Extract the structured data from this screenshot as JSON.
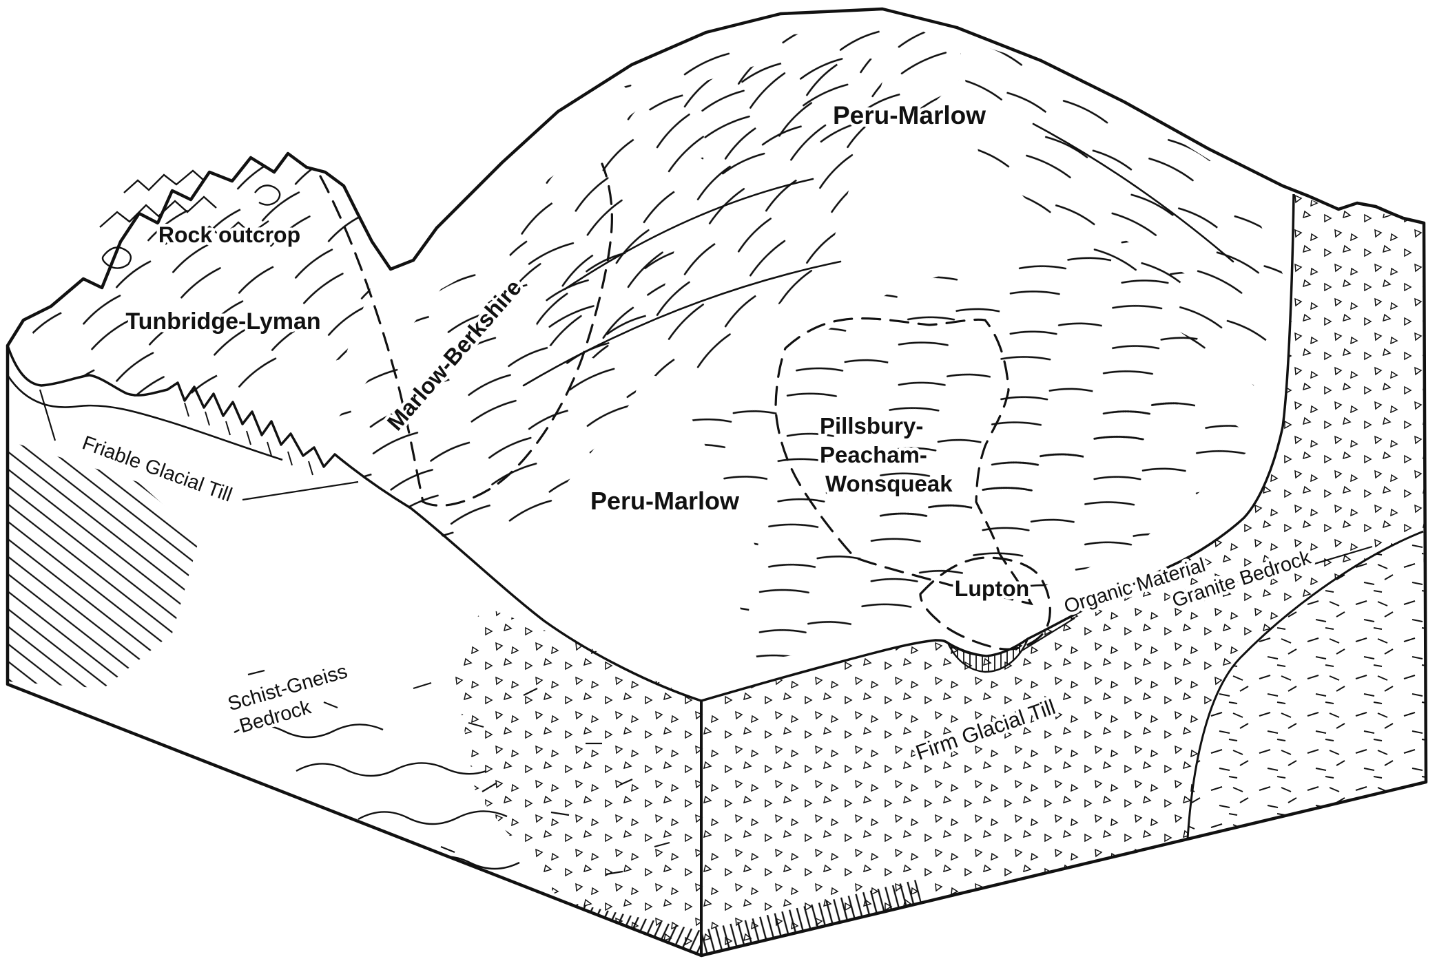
{
  "diagram": {
    "title": "Soil landscape block diagram",
    "colors": {
      "ink": "#111111",
      "paper": "#ffffff"
    },
    "labels": {
      "peru_marlow_upper": "Peru-Marlow",
      "peru_marlow_lower": "Peru-Marlow",
      "rock_outcrop": "Rock outcrop",
      "tunbridge_lyman": "Tunbridge-Lyman",
      "marlow_berkshire": "Marlow-Berkshire",
      "pillsbury_line1": "Pillsbury-",
      "pillsbury_line2": "Peacham-",
      "pillsbury_line3": "Wonsqueak",
      "lupton": "Lupton",
      "friable_glacial_till": "Friable Glacial Till",
      "organic_material": "Organic Material",
      "granite_bedrock": "Granite Bedrock",
      "schist_gneiss_line1": "Schist-Gneiss",
      "schist_gneiss_line2": "Bedrock",
      "firm_glacial_till": "Firm Glacial Till"
    }
  }
}
